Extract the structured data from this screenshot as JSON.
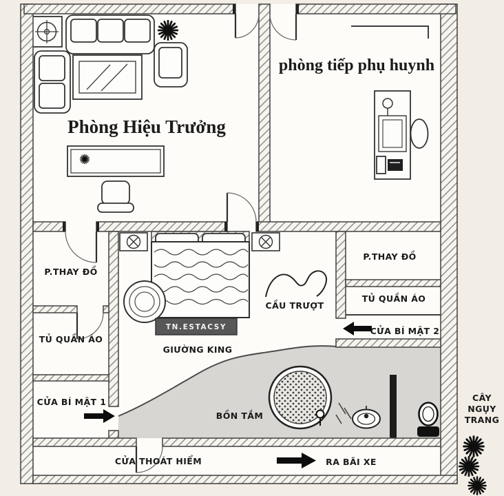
{
  "floor_plan": {
    "top_rooms": {
      "principal_office": "Phòng Hiệu Trưởng",
      "parent_reception": "phòng tiếp phụ huynh"
    },
    "left_wing": {
      "changing_room": "P.THAY ĐỒ",
      "wardrobe": "TỦ QUẦN ÁO",
      "secret_door_1": "CỬA BÍ MẬT 1"
    },
    "bedroom": {
      "bed_brand": "TN.ESTACSY",
      "bed_label": "GIƯỜNG KING",
      "slide": "CẦU TRƯỢT"
    },
    "right_wing": {
      "changing_room": "P.THAY ĐỒ",
      "wardrobe": "TỦ QUẦN ÁO",
      "secret_door_2": "CỬA BÍ MẬT 2"
    },
    "bathroom": {
      "bathtub": "BỒN TẮM"
    },
    "corridor": {
      "emergency_exit": "CỬA THOÁT HIỂM",
      "parking_exit": "RA BÃI XE"
    },
    "exterior": {
      "camouflage_tree": [
        "CÂY",
        "NGỤY",
        "TRANG"
      ]
    }
  },
  "colors": {
    "background": "#f2eee6",
    "floor": "#fdfcf9",
    "bath_floor": "#d8d6d2",
    "wall_stroke": "#4a4a4a",
    "bed_tag_bg": "#575757",
    "arrow": "#0d0d0d"
  }
}
